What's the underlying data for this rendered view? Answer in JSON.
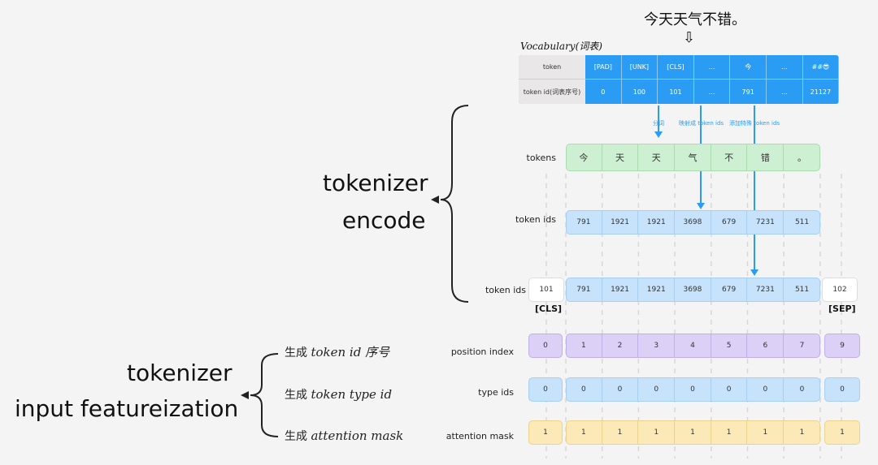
{
  "input_sentence": "今天天气不错。",
  "vocabulary": {
    "title": "Vocabulary(词表)",
    "header_labels": [
      "token",
      "token id(词表序号)"
    ],
    "tokens": [
      "[PAD]",
      "[UNK]",
      "[CLS]",
      "...",
      "今",
      "...",
      "##😎"
    ],
    "ids": [
      "0",
      "100",
      "101",
      "...",
      "791",
      "...",
      "21127"
    ]
  },
  "steps": {
    "split": "分词",
    "map": "映射成 token ids",
    "add": "添加特殊 token ids"
  },
  "rows": {
    "tokens_label": "tokens",
    "tokens": [
      "今",
      "天",
      "天",
      "气",
      "不",
      "错",
      "。"
    ],
    "token_ids_label": "token ids",
    "token_ids": [
      "791",
      "1921",
      "1921",
      "3698",
      "679",
      "7231",
      "511"
    ],
    "token_ids2_label": "token ids",
    "cls_id": "101",
    "sep_id": "102",
    "cls_label": "[CLS]",
    "sep_label": "[SEP]",
    "position_label": "position index",
    "position_cls": "0",
    "position": [
      "1",
      "2",
      "3",
      "4",
      "5",
      "6",
      "7"
    ],
    "position_sep": "9",
    "type_label": "type ids",
    "type_cls": "0",
    "type": [
      "0",
      "0",
      "0",
      "0",
      "0",
      "0",
      "0"
    ],
    "type_sep": "0",
    "mask_label": "attention mask",
    "mask_cls": "1",
    "mask": [
      "1",
      "1",
      "1",
      "1",
      "1",
      "1",
      "1"
    ],
    "mask_sep": "1"
  },
  "left": {
    "encode_line1": "tokenizer",
    "encode_line2": "encode",
    "feat_line1": "tokenizer",
    "feat_line2": "input featureization",
    "gen1_prefix": "生成",
    "gen1_text": "token id 序号",
    "gen2_prefix": "生成",
    "gen2_text": "token type id",
    "gen3_prefix": "生成",
    "gen3_text": "attention mask"
  },
  "colors": {
    "vocab_blue": "#2b9cf4",
    "token_green": "#cdf0d2",
    "id_blue": "#c6e3fb",
    "pos_purple": "#dcd0f7",
    "mask_yellow": "#fbe9b7",
    "arrow": "#2b9cf4"
  }
}
